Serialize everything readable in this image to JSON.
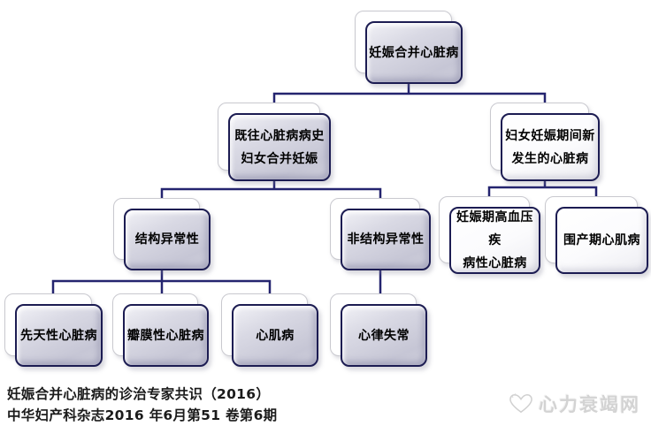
{
  "palette": {
    "connector_color": "#24246f",
    "box_border_color": "#1c1c52",
    "box_fill_lavender": "#cdcdda",
    "box_fill_white": "#ffffff",
    "caption_color": "#1b1b1b",
    "watermark_color": "#d3d3d3"
  },
  "nodes": [
    {
      "id": "n1",
      "label": "妊娠合并心脏病",
      "parent": null
    },
    {
      "id": "n2",
      "label": "既往心脏病病史\n妇女合并妊娠",
      "parent": "n1"
    },
    {
      "id": "n3",
      "label": "妇女妊娠期间新\n发生的心脏病",
      "parent": "n1"
    },
    {
      "id": "n4",
      "label": "结构异常性",
      "parent": "n2"
    },
    {
      "id": "n5",
      "label": "非结构异常性",
      "parent": "n2"
    },
    {
      "id": "n6",
      "label": "妊娠期高血压疾\n病性心脏病",
      "parent": "n3"
    },
    {
      "id": "n7",
      "label": "围产期心肌病",
      "parent": "n3"
    },
    {
      "id": "n8",
      "label": "先天性心脏病",
      "parent": "n4"
    },
    {
      "id": "n9",
      "label": "瓣膜性心脏病",
      "parent": "n4"
    },
    {
      "id": "n10",
      "label": "心肌病",
      "parent": "n4"
    },
    {
      "id": "n11",
      "label": "心律失常",
      "parent": "n5"
    }
  ],
  "caption": {
    "line1": "妊娠合并心脏病的诊治专家共识（2016）",
    "line2": "中华妇产科杂志2016 年6月第51 卷第6期"
  },
  "watermark": {
    "logo_icon": "heart-logo-icon",
    "text": "心力衰竭网"
  }
}
